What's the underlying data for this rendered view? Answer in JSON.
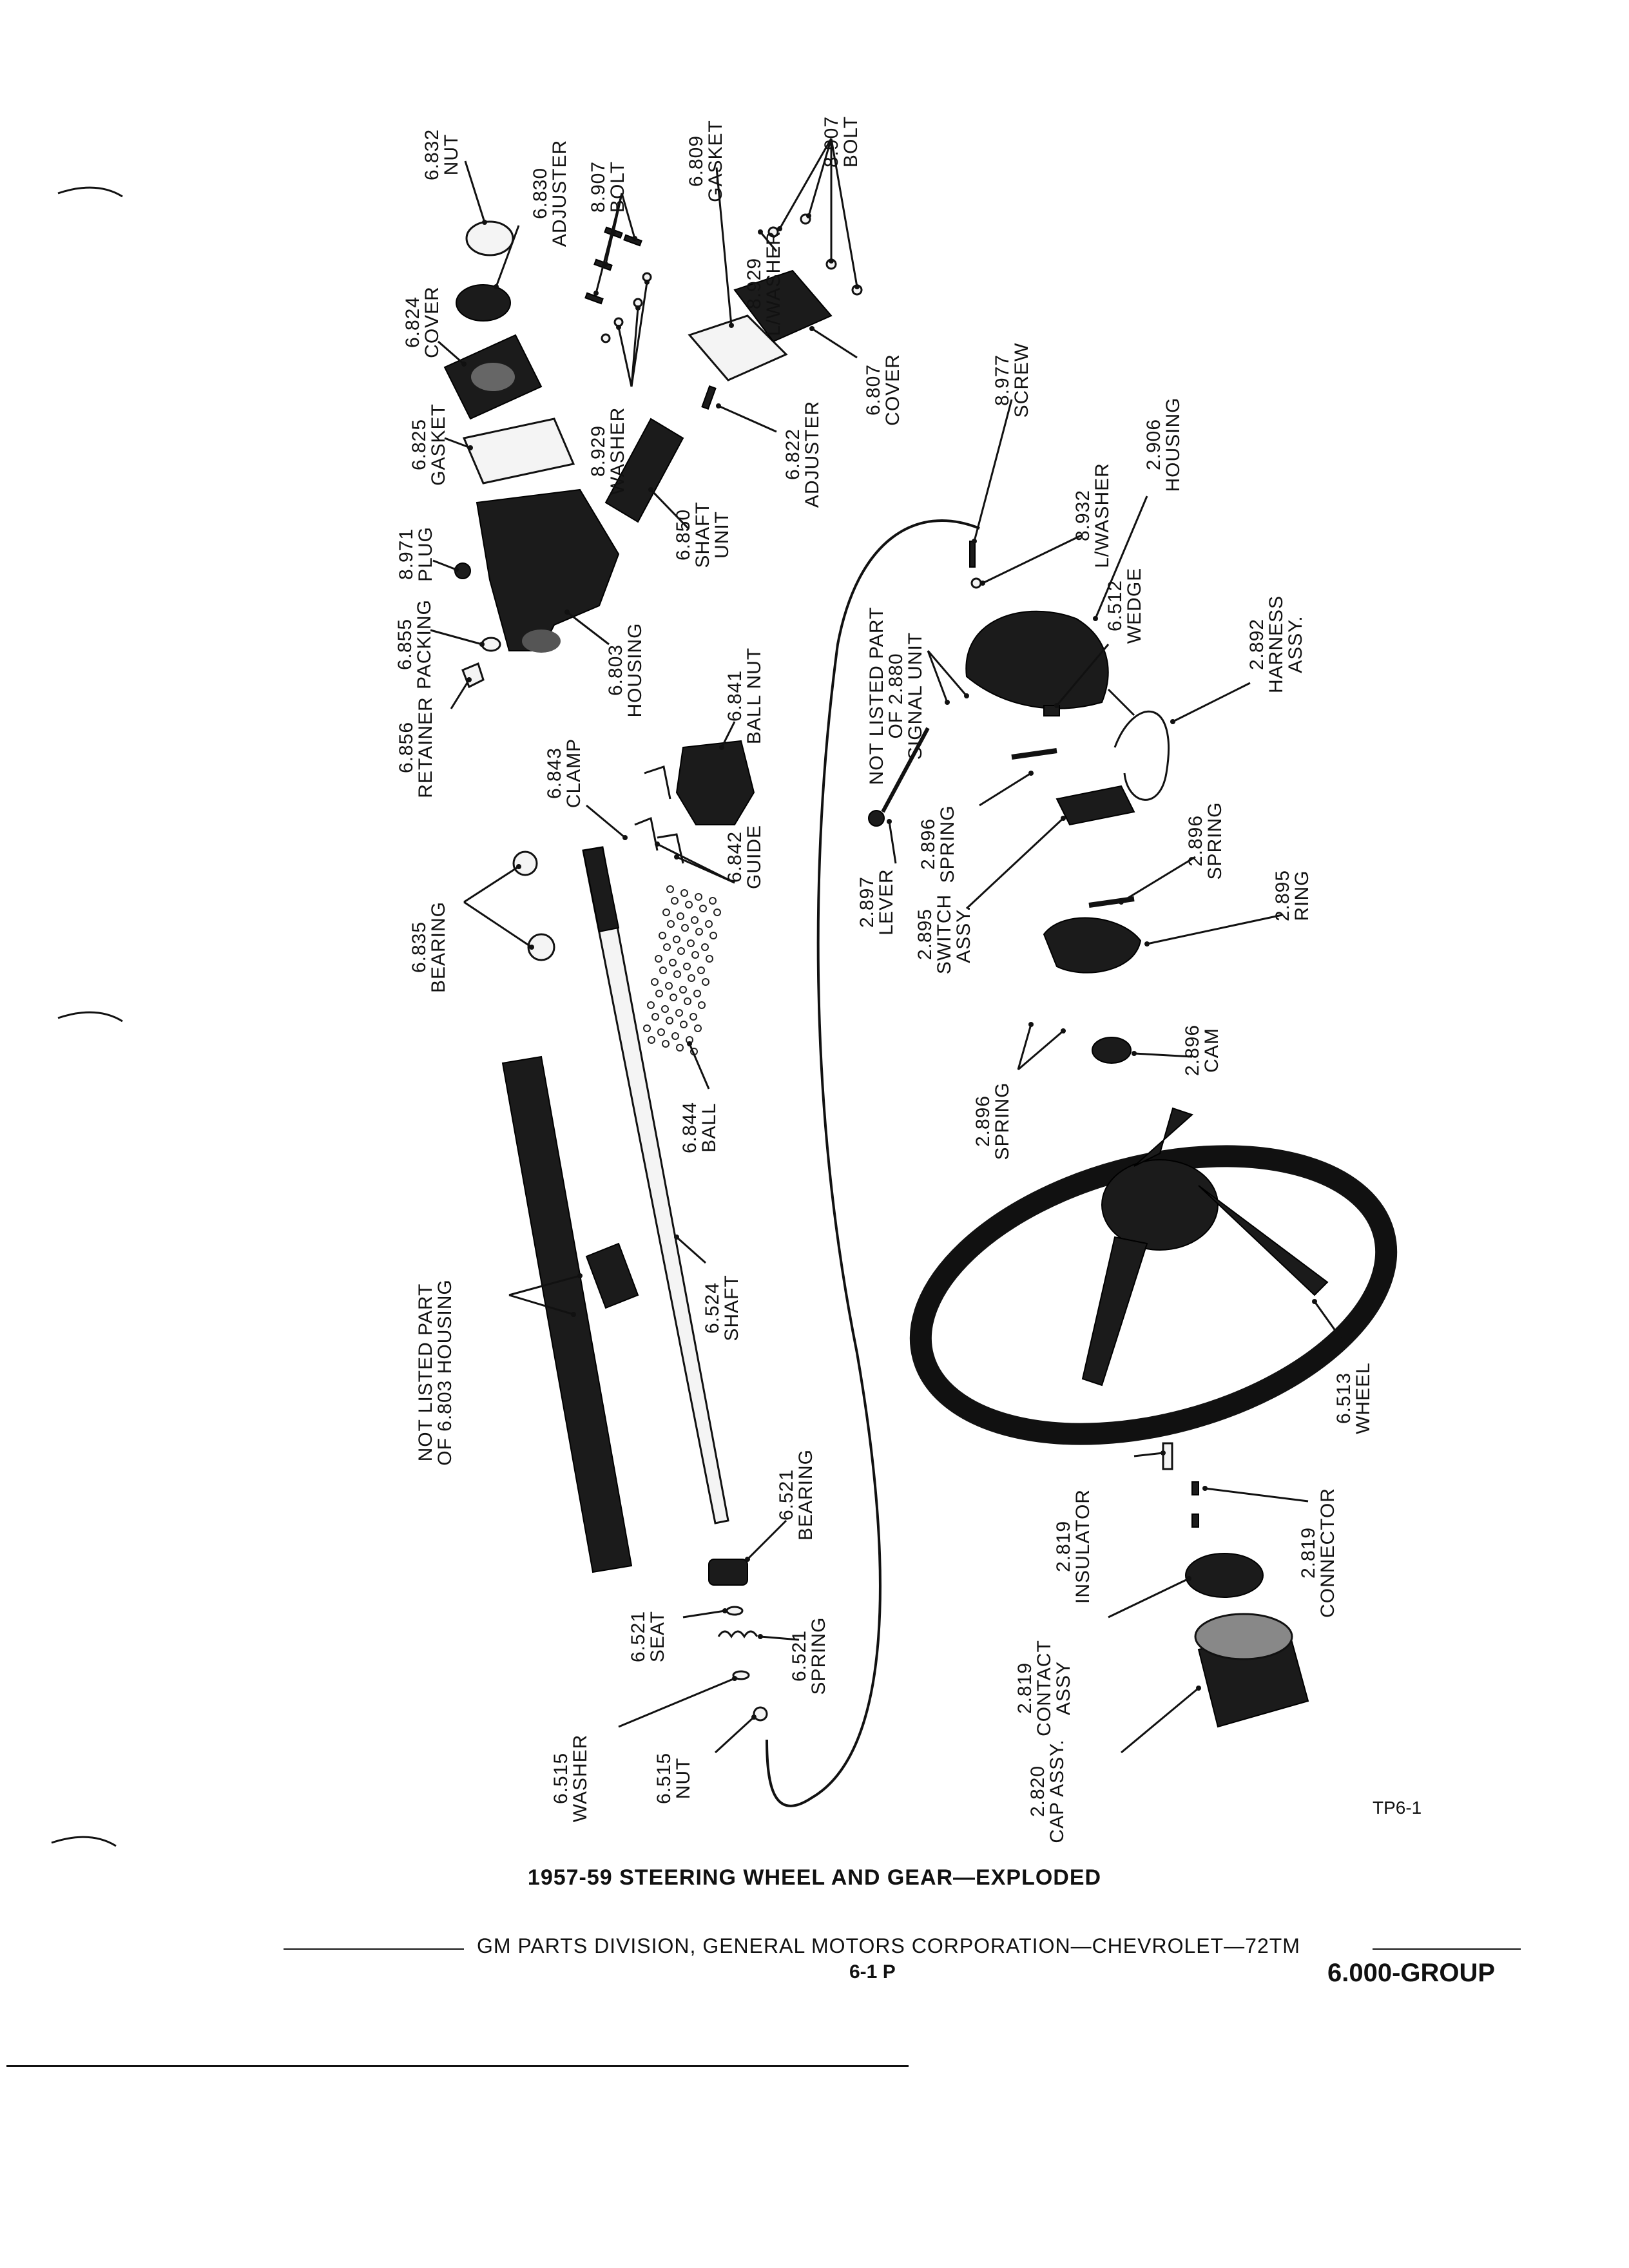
{
  "figure": {
    "title": "1957-59 STEERING WHEEL AND GEAR—EXPLODED",
    "ref": "TP6-1"
  },
  "footer": {
    "text": "GM PARTS DIVISION, GENERAL MOTORS CORPORATION—CHEVROLET—72TM",
    "page": "6-1  P",
    "group": "6.000-GROUP"
  },
  "callouts": [
    {
      "id": "nut-6832",
      "number": "6.832",
      "name": "NUT"
    },
    {
      "id": "adjuster-6830",
      "number": "6.830",
      "name": "ADJUSTER"
    },
    {
      "id": "bolt-8907-a",
      "number": "8.907",
      "name": "BOLT"
    },
    {
      "id": "gasket-6809",
      "number": "6.809",
      "name": "GASKET"
    },
    {
      "id": "bolt-8907-b",
      "number": "8.907",
      "name": "BOLT"
    },
    {
      "id": "cover-6824",
      "number": "6.824",
      "name": "COVER"
    },
    {
      "id": "washer-8929-b",
      "number": "8.929",
      "name": "L/WASHER"
    },
    {
      "id": "gasket-6825",
      "number": "6.825",
      "name": "GASKET"
    },
    {
      "id": "washer-8929-a",
      "number": "8.929",
      "name": "WASHER"
    },
    {
      "id": "cover-6807",
      "number": "6.807",
      "name": "COVER"
    },
    {
      "id": "adjuster-6822",
      "number": "6.822",
      "name": "ADJUSTER"
    },
    {
      "id": "plug-8971",
      "number": "8.971",
      "name": "PLUG"
    },
    {
      "id": "shaft-unit-6850",
      "number": "6.850",
      "name": "SHAFT",
      "name2": "UNIT"
    },
    {
      "id": "screw-8977",
      "number": "8.977",
      "name": "SCREW"
    },
    {
      "id": "housing-2906",
      "number": "2.906",
      "name": "HOUSING"
    },
    {
      "id": "lwasher-8932",
      "number": "8.932",
      "name": "L/WASHER"
    },
    {
      "id": "packing-6855",
      "number": "6.855",
      "name": "PACKING"
    },
    {
      "id": "housing-6803",
      "number": "6.803",
      "name": "HOUSING"
    },
    {
      "id": "ballnut-6841",
      "number": "6.841",
      "name": "BALL NUT"
    },
    {
      "id": "signal-2880",
      "number": "NOT LISTED PART",
      "name": "OF 2.880",
      "name2": "SIGNAL UNIT"
    },
    {
      "id": "wedge-6512",
      "number": "6.512",
      "name": "WEDGE"
    },
    {
      "id": "harness-2892",
      "number": "2.892",
      "name": "HARNESS",
      "name2": "ASSY."
    },
    {
      "id": "retainer-6856",
      "number": "6.856",
      "name": "RETAINER"
    },
    {
      "id": "clamp-6843",
      "number": "6.843",
      "name": "CLAMP"
    },
    {
      "id": "guide-6842",
      "number": "6.842",
      "name": "GUIDE"
    },
    {
      "id": "lever-2897",
      "number": "2.897",
      "name": "LEVER"
    },
    {
      "id": "spring-2896-a",
      "number": "2.896",
      "name": "SPRING"
    },
    {
      "id": "spring-2896-b",
      "number": "2.896",
      "name": "SPRING"
    },
    {
      "id": "bearing-6835",
      "number": "6.835",
      "name": "BEARING"
    },
    {
      "id": "switch-2895",
      "number": "2.895",
      "name": "SWITCH",
      "name2": "ASSY."
    },
    {
      "id": "ring-2895",
      "number": "2.895",
      "name": "RING"
    },
    {
      "id": "ball-6844",
      "number": "6.844",
      "name": "BALL"
    },
    {
      "id": "cam-2896",
      "number": "2.896",
      "name": "CAM"
    },
    {
      "id": "spring-2896-c",
      "number": "2.896",
      "name": "SPRING"
    },
    {
      "id": "housing-note",
      "number": "NOT LISTED PART",
      "name": "OF 6.803 HOUSING"
    },
    {
      "id": "shaft-6524",
      "number": "6.524",
      "name": "SHAFT"
    },
    {
      "id": "wheel-6513",
      "number": "6.513",
      "name": "WHEEL"
    },
    {
      "id": "bearing-6521",
      "number": "6.521",
      "name": "BEARING"
    },
    {
      "id": "insulator-2819",
      "number": "2.819",
      "name": "INSULATOR"
    },
    {
      "id": "connector-2819",
      "number": "2.819",
      "name": "CONNECTOR"
    },
    {
      "id": "seat-6521",
      "number": "6.521",
      "name": "SEAT"
    },
    {
      "id": "spring-6521",
      "number": "6.521",
      "name": "SPRING"
    },
    {
      "id": "contact-2819",
      "number": "2.819",
      "name": "CONTACT",
      "name2": "ASSY"
    },
    {
      "id": "washer-6515",
      "number": "6.515",
      "name": "WASHER"
    },
    {
      "id": "nut-6515",
      "number": "6.515",
      "name": "NUT"
    },
    {
      "id": "cap-2820",
      "number": "2.820",
      "name": "CAP ASSY."
    }
  ]
}
